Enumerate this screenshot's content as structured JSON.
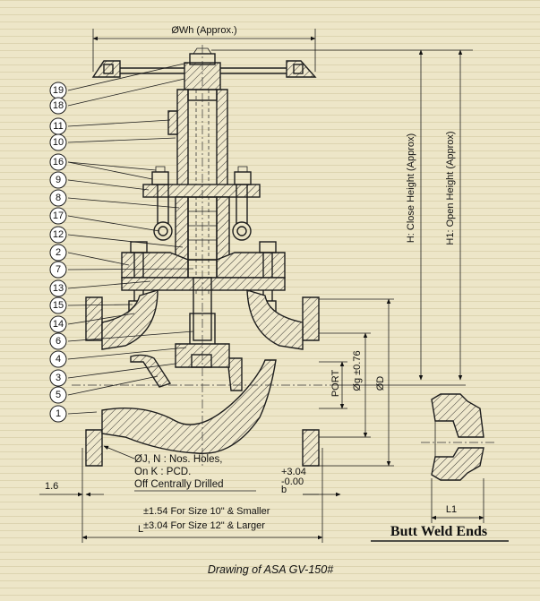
{
  "caption": "Drawing of ASA GV-150#",
  "dimensions": {
    "wh": "ØWh (Approx.)",
    "close_height": "H: Close Height (Approx)",
    "open_height": "H1: Open Height (Approx)",
    "port": "PORT",
    "g": "Øg ±0.76",
    "d": "ØD",
    "b": "b",
    "b_tol_upper": "+3.04",
    "b_tol_lower": "-0.00",
    "flange_thk": "1.6",
    "l": "L",
    "l_tol_small": "±1.54 For Size 10\" & Smaller",
    "l_tol_large": "±3.04 For Size 12\" & Larger",
    "l1": "L1"
  },
  "note": {
    "line1": "ØJ, N : Nos. Holes,",
    "line2": "On K : PCD.",
    "line3": "Off Centrally Drilled"
  },
  "butt_weld_title": "Butt Weld Ends",
  "balloons": [
    "19",
    "18",
    "11",
    "10",
    "16",
    "9",
    "8",
    "17",
    "12",
    "2",
    "7",
    "13",
    "15",
    "14",
    "6",
    "4",
    "3",
    "5",
    "1"
  ]
}
